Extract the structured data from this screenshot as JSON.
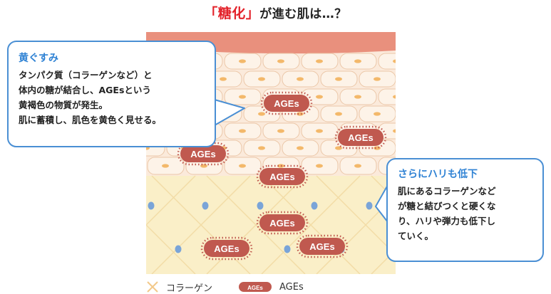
{
  "title": {
    "quote_open": "「",
    "highlight": "糖化",
    "quote_close": "」",
    "rest": "が進む肌は…？"
  },
  "callout_yellowing": {
    "heading": "黄ぐすみ",
    "lines": [
      "タンパク質（コラーゲンなど）と",
      "体内の糖が結合し、AGEsという",
      "黄褐色の物質が発生。",
      "肌に蓄積し、肌色を黄色く見せる。"
    ]
  },
  "callout_elasticity": {
    "heading": "さらにハリも低下",
    "lines": [
      "肌にあるコラーゲンなど",
      "が糖と結びつくと硬くな",
      "り、ハリや弾力も低下し",
      "ていく。"
    ]
  },
  "badges": {
    "label": "AGEs"
  },
  "legend": {
    "collagen": "コラーゲン",
    "badge_text": "AGEs",
    "ages": "AGEs"
  },
  "colors": {
    "accent": "#e3232b",
    "callout_border": "#4a8fd4",
    "heading": "#2f82d4",
    "badge": "#c0594f",
    "surface": "#e9907d",
    "cell_area": "#fbeadb",
    "dermis": "#faefc8",
    "collagen": "#f2dca6",
    "dot": "#7aa4d8"
  }
}
